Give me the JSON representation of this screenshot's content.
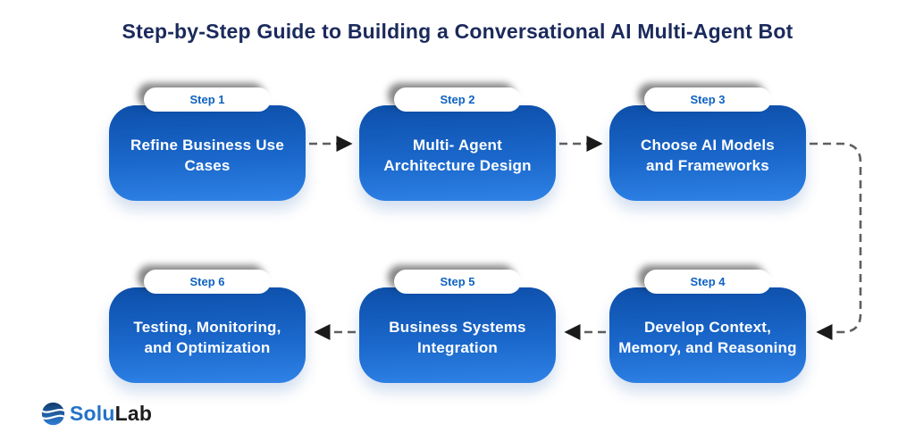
{
  "title": "Step-by-Step Guide to Building a Conversational AI Multi-Agent Bot",
  "steps": [
    {
      "badge": "Step 1",
      "lines": [
        "Refine Business Use",
        "Cases"
      ]
    },
    {
      "badge": "Step 2",
      "lines": [
        "Multi- Agent",
        "Architecture Design"
      ]
    },
    {
      "badge": "Step 3",
      "lines": [
        "Choose AI Models",
        "and Frameworks"
      ]
    },
    {
      "badge": "Step 4",
      "lines": [
        "Develop Context,",
        "Memory, and Reasoning"
      ]
    },
    {
      "badge": "Step 5",
      "lines": [
        "Business Systems",
        "Integration"
      ]
    },
    {
      "badge": "Step 6",
      "lines": [
        "Testing, Monitoring,",
        "and Optimization"
      ]
    }
  ],
  "flow": [
    {
      "from": "Step 1",
      "to": "Step 2"
    },
    {
      "from": "Step 2",
      "to": "Step 3"
    },
    {
      "from": "Step 3",
      "to": "Step 4"
    },
    {
      "from": "Step 4",
      "to": "Step 5"
    },
    {
      "from": "Step 5",
      "to": "Step 6"
    }
  ],
  "logo": {
    "text_primary": "Solu",
    "text_secondary": "Lab",
    "icon": "solulab-sphere-icon"
  },
  "colors": {
    "title": "#1b2a5c",
    "box_gradient_top": "#0d4fa9",
    "box_gradient_bottom": "#2f82e6",
    "badge_text": "#0e62c0",
    "connector_line": "#5f5f5f",
    "arrowhead": "#1a1a1a"
  }
}
